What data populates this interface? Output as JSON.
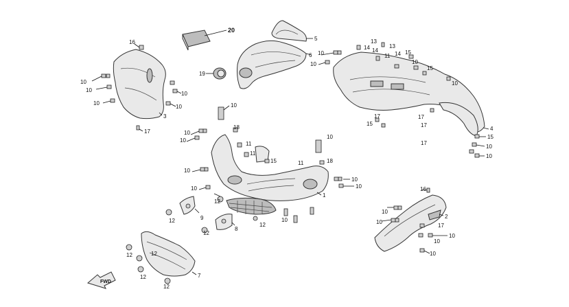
{
  "callouts": {
    "c20": "20",
    "c5": "5",
    "c6": "6",
    "c19": "19",
    "c16a": "16",
    "c10a": "10",
    "c10b": "10",
    "c10c": "10",
    "c10d": "10",
    "c10e": "10",
    "c3": "3",
    "c17a": "17",
    "c13a": "13",
    "c13b": "13",
    "c14a": "14",
    "c14b": "14",
    "c14c": "14",
    "c11a": "11",
    "c15a": "15",
    "c15b": "15",
    "c10f": "10",
    "c10g": "10",
    "c17b": "17",
    "c15c": "15",
    "c17c": "17",
    "c17d": "17",
    "c17e": "17",
    "c4": "4",
    "c15d": "15",
    "c10h": "10",
    "c10i": "10",
    "c10j": "10",
    "c18a": "18",
    "c10k": "10",
    "c10l": "10",
    "c11b": "11",
    "c11c": "11",
    "c15e": "15",
    "c11d": "11",
    "c10m": "10",
    "c18b": "18",
    "c10n": "10",
    "c10o": "10",
    "c10p": "10",
    "c10q": "10",
    "c1": "1",
    "c12a": "12",
    "c10r": "10",
    "c10s": "10",
    "c10t": "10",
    "c12b": "12",
    "c9": "9",
    "c12c": "12",
    "c8": "8",
    "c12d": "12",
    "c16b": "16",
    "c10u": "10",
    "c10v": "10",
    "c2": "2",
    "c17f": "17",
    "c10w": "10",
    "c10x": "10",
    "c10y": "10",
    "c12e": "12",
    "c12f": "12",
    "c12g": "12",
    "c12h": "12",
    "c7": "7"
  },
  "direction_label": "FWD"
}
